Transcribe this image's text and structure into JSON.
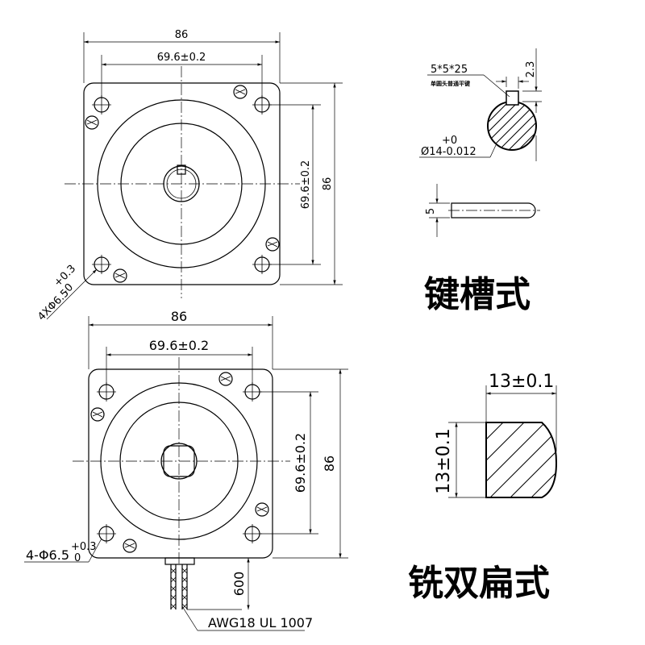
{
  "top_view": {
    "width_outer": "86",
    "width_holes": "69.6±0.2",
    "height_holes": "69.6±0.2",
    "height_outer": "86",
    "hole_spec": "4XΦ6.5",
    "hole_tol_upper": "+0.3",
    "hole_tol_lower": "-0"
  },
  "bottom_view": {
    "width_outer": "86",
    "width_holes": "69.6±0.2",
    "height_holes": "69.6±0.2",
    "height_outer": "86",
    "hole_spec": "4-Φ6.5",
    "hole_tol_upper": "+0.3",
    "hole_tol_lower": "0",
    "lead_length": "600",
    "wire_spec": "AWG18 UL 1007"
  },
  "keyway_detail": {
    "key_size": "5*5*25",
    "key_note": "单圆头普通平键",
    "key_depth": "2.3",
    "shaft_tol_upper": "+0",
    "shaft_dia": "Ø14-0.012",
    "key_width": "5",
    "label": "键槽式"
  },
  "flat_detail": {
    "flat_width": "13±0.1",
    "flat_height": "13±0.1",
    "label": "铣双扁式"
  }
}
